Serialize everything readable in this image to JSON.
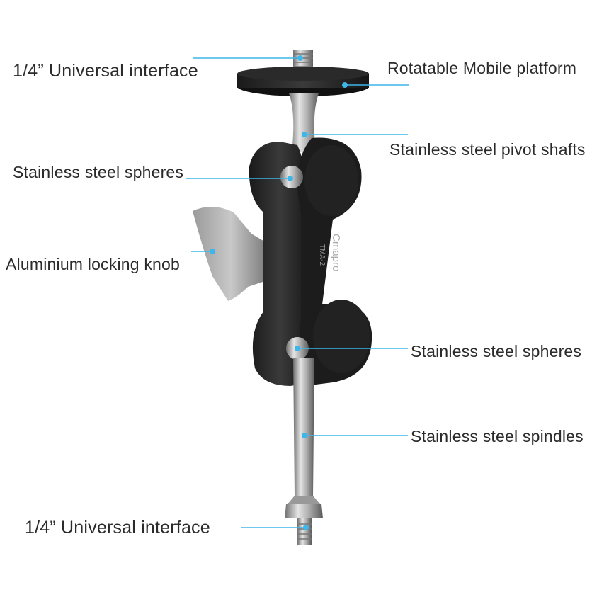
{
  "accent_color": "#3fb6e8",
  "labels": {
    "top_interface": "1/4”  Universal interface",
    "platform": "Rotatable Mobile platform",
    "pivot_shafts": "Stainless steel pivot shafts",
    "spheres_left": "Stainless steel spheres",
    "locking_knob": "Aluminium locking knob",
    "spheres_right": "Stainless steel spheres",
    "spindles": "Stainless steel spindles",
    "bottom_interface": "1/4”  Universal interface"
  },
  "product_marking": {
    "brand": "Cmapro",
    "model": "TMA-2"
  }
}
